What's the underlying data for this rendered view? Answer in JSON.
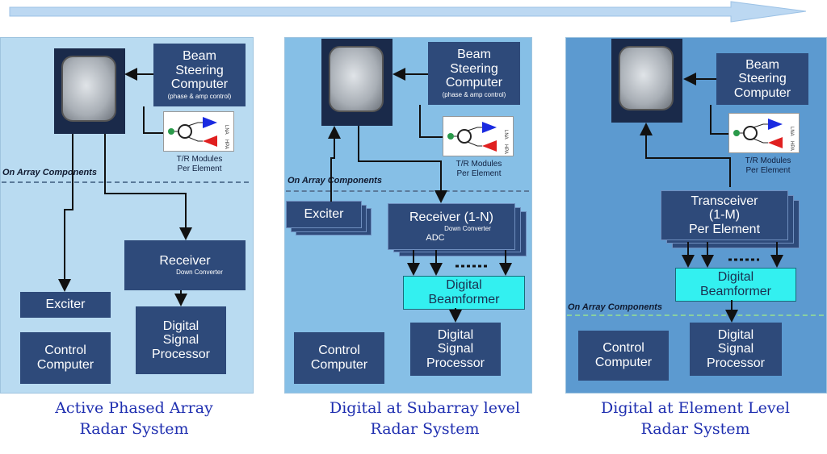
{
  "diagrams": [
    {
      "beam": [
        "Beam",
        "Steering",
        "Computer"
      ],
      "beam_note": "(phase & amp control)",
      "tr": [
        "T/R Modules",
        "Per Element"
      ],
      "on_array": "On Array Components",
      "receiver": "Receiver",
      "receiver_note": "Down Converter",
      "exciter": "Exciter",
      "control": [
        "Control",
        "Computer"
      ],
      "dsp": [
        "Digital",
        "Signal",
        "Processor"
      ],
      "caption": [
        "Active Phased Array",
        "Radar System"
      ]
    },
    {
      "beam": [
        "Beam",
        "Steering",
        "Computer"
      ],
      "beam_note": "(phase & amp control)",
      "tr": [
        "T/R Modules",
        "Per Element"
      ],
      "on_array": "On Array Components",
      "exciter": "Exciter",
      "receiver": "Receiver (1-N)",
      "receiver_note": "Down Converter",
      "receiver_note2": "ADC",
      "beamformer": [
        "Digital",
        "Beamformer"
      ],
      "control": [
        "Control",
        "Computer"
      ],
      "dsp": [
        "Digital",
        "Signal",
        "Processor"
      ],
      "caption": [
        "Digital at Subarray level",
        "Radar System"
      ]
    },
    {
      "beam": [
        "Beam",
        "Steering",
        "Computer"
      ],
      "tr": [
        "T/R Modules",
        "Per Element"
      ],
      "transceiver": [
        "Transceiver",
        "(1-M)",
        "Per Element"
      ],
      "beamformer": [
        "Digital",
        "Beamformer"
      ],
      "on_array": "On Array Components",
      "control": [
        "Control",
        "Computer"
      ],
      "dsp": [
        "Digital",
        "Signal",
        "Processor"
      ],
      "caption": [
        "Digital at Element Level",
        "Radar System"
      ]
    }
  ],
  "tr_icon_labels": [
    "LNA",
    "HPA"
  ],
  "colors": {
    "box": "#2e4a7a",
    "beamformer": "#33f0f0",
    "caption": "#1f2fb0",
    "top_arrow": "#bcd8f2"
  },
  "icons": [
    "flow-arrow-icon",
    "antenna-array-icon",
    "tr-module-icon"
  ]
}
